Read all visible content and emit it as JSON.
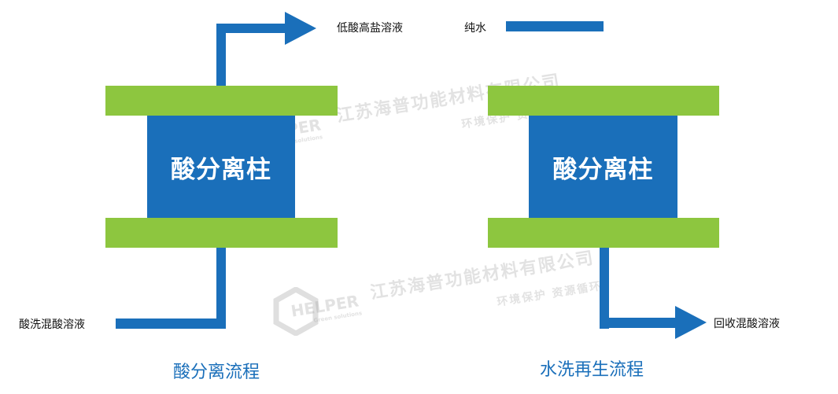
{
  "diagram": {
    "left_column_label": "酸分离柱",
    "right_column_label": "酸分离柱",
    "left_output_label": "低酸高盐溶液",
    "left_input_label": "酸洗混酸溶液",
    "right_output_label": "回收混酸溶液",
    "legend_label": "纯水",
    "left_caption": "酸分离流程",
    "right_caption": "水洗再生流程"
  },
  "watermark": {
    "logo_text": "HELPER",
    "logo_subtext": "Green solutions",
    "company": "江苏海普功能材料有限公司",
    "slogan": "环境保护 资源循环"
  },
  "colors": {
    "pipe_blue": "#1a6fba",
    "plate_green": "#8dc63f"
  }
}
